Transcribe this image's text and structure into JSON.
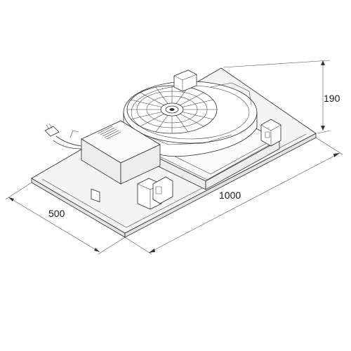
{
  "dimensions": {
    "height": "190",
    "length": "1000",
    "width": "500"
  }
}
